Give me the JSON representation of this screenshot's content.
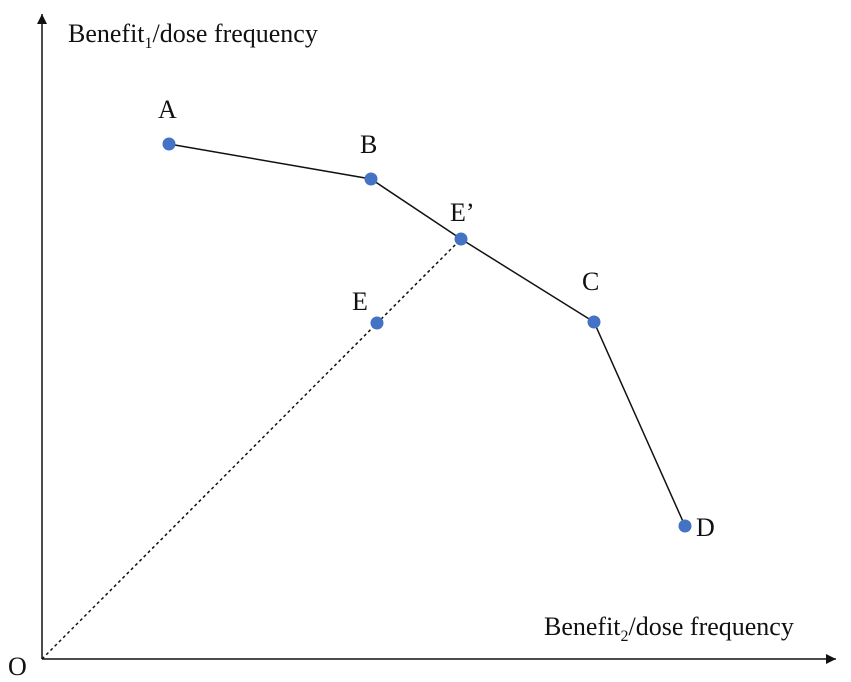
{
  "diagram": {
    "origin_label": "O",
    "y_axis_title": {
      "text1": "Benefit",
      "sub": "1",
      "text2": "/dose frequency"
    },
    "x_axis_title": {
      "text1": "Benefit",
      "sub": "2",
      "text2": "/dose frequency"
    },
    "points": {
      "A": "A",
      "B": "B",
      "C": "C",
      "D": "D",
      "E": "E",
      "E_prime": "E’"
    }
  },
  "colors": {
    "point": "#4472C4",
    "line": "#111111",
    "axis": "#111111"
  }
}
